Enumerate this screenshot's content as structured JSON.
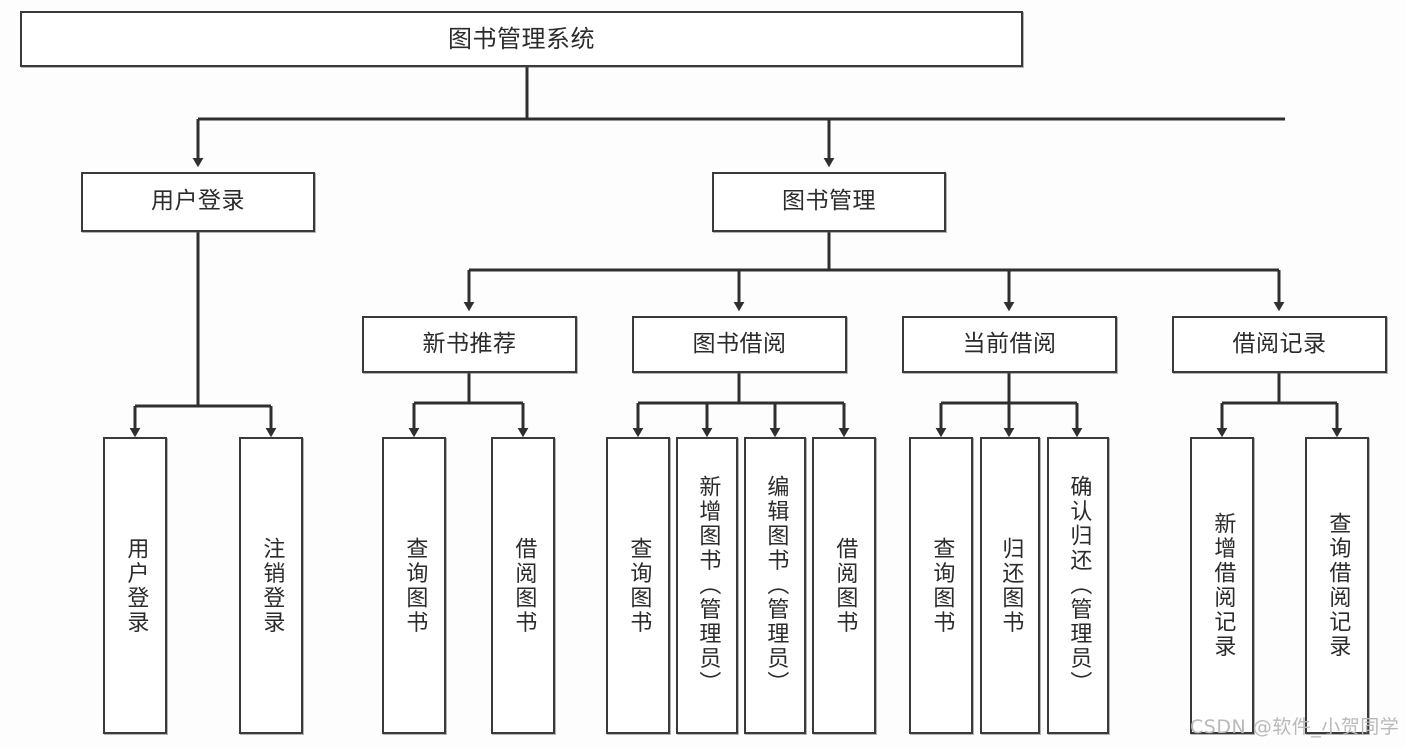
{
  "diagram": {
    "type": "hierarchy-tree",
    "title": "图书管理系统",
    "watermark": "CSDN @软件_小贺同学",
    "colors": {
      "background": "#fdfdfd",
      "box_fill": "#ffffff",
      "box_border": "#3a3a3a",
      "text": "#2b2b2b",
      "connector": "#2f2f2f",
      "watermark": "#b9b9b9"
    },
    "levels": {
      "root": {
        "label": "图书管理系统"
      },
      "level2": [
        {
          "id": "user-login",
          "label": "用户登录"
        },
        {
          "id": "book-management",
          "label": "图书管理"
        }
      ],
      "level3": [
        {
          "id": "new-book-recommend",
          "label": "新书推荐",
          "parent": "book-management"
        },
        {
          "id": "book-borrow",
          "label": "图书借阅",
          "parent": "book-management"
        },
        {
          "id": "current-borrow",
          "label": "当前借阅",
          "parent": "book-management"
        },
        {
          "id": "borrow-record",
          "label": "借阅记录",
          "parent": "book-management"
        }
      ],
      "leaves": [
        {
          "id": "leaf-user-login",
          "label": "用户登录",
          "parent": "user-login"
        },
        {
          "id": "leaf-logout-login",
          "label": "注销登录",
          "parent": "user-login"
        },
        {
          "id": "leaf-query-book-1",
          "label": "查询图书",
          "parent": "new-book-recommend"
        },
        {
          "id": "leaf-borrow-book-1",
          "label": "借阅图书",
          "parent": "new-book-recommend"
        },
        {
          "id": "leaf-query-book-2",
          "label": "查询图书",
          "parent": "book-borrow"
        },
        {
          "id": "leaf-add-book",
          "label": "新增图书（管理员）",
          "parent": "book-borrow"
        },
        {
          "id": "leaf-edit-book",
          "label": "编辑图书（管理员）",
          "parent": "book-borrow"
        },
        {
          "id": "leaf-borrow-book-2",
          "label": "借阅图书",
          "parent": "book-borrow"
        },
        {
          "id": "leaf-query-book-3",
          "label": "查询图书",
          "parent": "current-borrow"
        },
        {
          "id": "leaf-return-book",
          "label": "归还图书",
          "parent": "current-borrow"
        },
        {
          "id": "leaf-confirm-return",
          "label": "确认归还（管理员）",
          "parent": "current-borrow"
        },
        {
          "id": "leaf-add-record",
          "label": "新增借阅记录",
          "parent": "borrow-record"
        },
        {
          "id": "leaf-query-record",
          "label": "查询借阅记录",
          "parent": "borrow-record"
        }
      ]
    }
  }
}
